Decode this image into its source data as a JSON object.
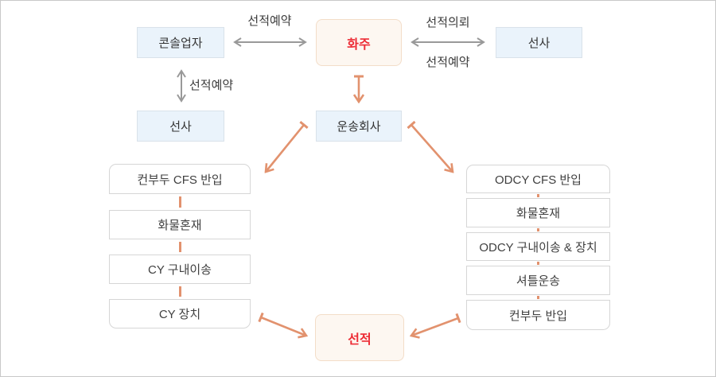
{
  "colors": {
    "accent_orange": "#e2926e",
    "arrow_gray": "#999999",
    "highlight_red": "#ed2c35",
    "node_blue_bg": "#eaf3fb",
    "node_peach_bg": "#fdf7f1",
    "node_peach_border": "#f3ddc8",
    "column_box_border": "#d6d6d6"
  },
  "nodes": {
    "consolidator": "콘솔업자",
    "shipper": "화주",
    "carrier_right": "선사",
    "carrier_left": "선사",
    "transport_company": "운송회사",
    "loading": "선적"
  },
  "edge_labels": {
    "booking_top_left": "선적예약",
    "request_top_right": "선적의뢰",
    "booking_top_right": "선적예약",
    "booking_left_vertical": "선적예약"
  },
  "columns": {
    "left": {
      "items": [
        "컨부두 CFS 반입",
        "화물혼재",
        "CY 구내이송",
        "CY 장치"
      ]
    },
    "right": {
      "items": [
        "ODCY CFS 반입",
        "화물혼재",
        "ODCY 구내이송 & 장치",
        "셔틀운송",
        "컨부두 반입"
      ]
    }
  }
}
